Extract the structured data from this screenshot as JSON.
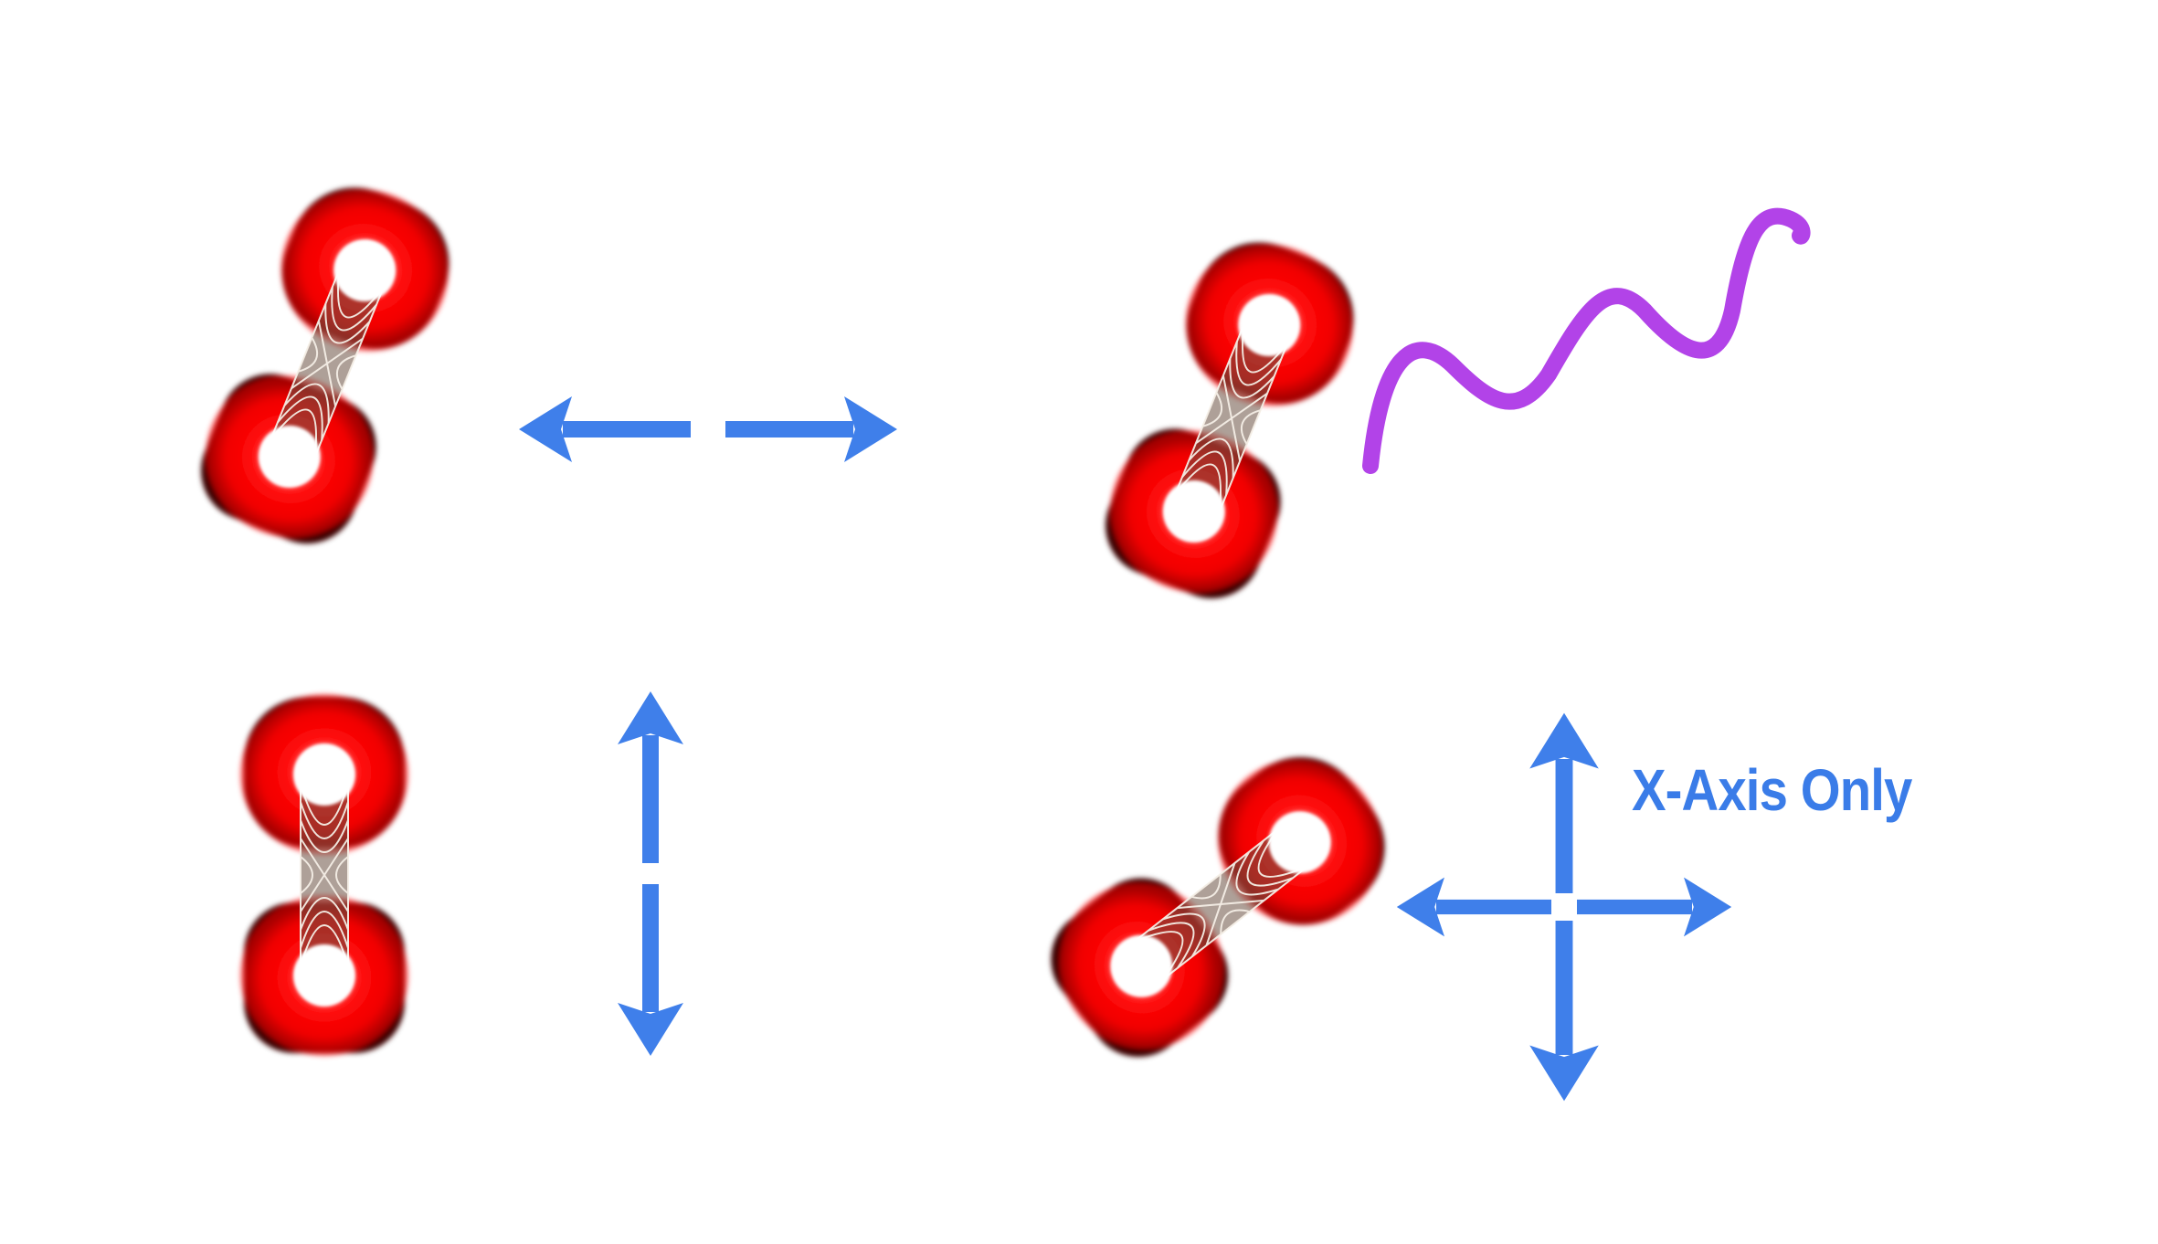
{
  "diagram": {
    "label": "X-Axis Only",
    "colors": {
      "background": "#ffffff",
      "arrow": "#3f7fea",
      "label": "#3a7ce8",
      "wave": "#b243e8",
      "glow": "#ff0000",
      "glow_edge": "#4a0000",
      "core": "#ffffff",
      "bond": "#f2ece4"
    },
    "panels": [
      {
        "name": "horizontal-oscillation",
        "arrows": "left-right-arrows-icon"
      },
      {
        "name": "emitting-photon",
        "arrows": "wavy-line-icon"
      },
      {
        "name": "vertical-oscillation",
        "arrows": "up-down-arrows-icon"
      },
      {
        "name": "four-direction-motion",
        "arrows": "four-way-arrows-icon"
      }
    ]
  }
}
